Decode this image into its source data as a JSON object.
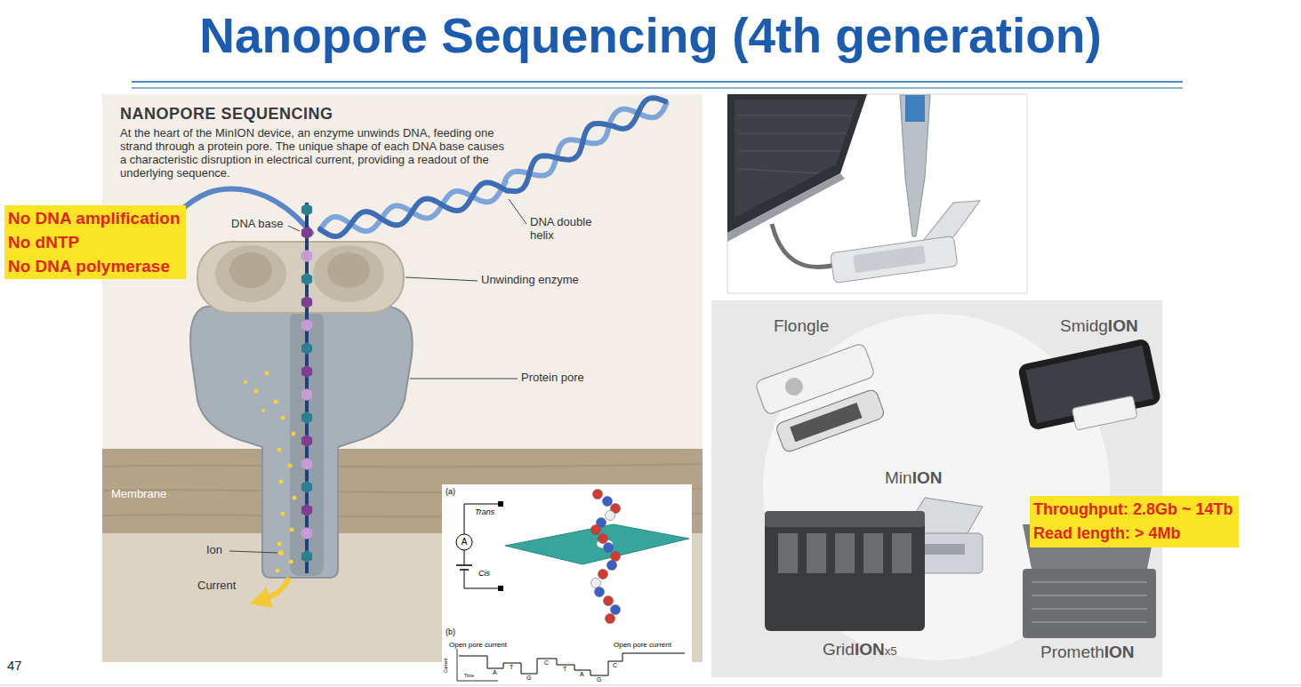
{
  "diagram": {
    "title": "Nanopore Sequencing (4th generation)",
    "nodes": [
      {
        "text": [
          "NANOPORE SEQUENCING",
          "At the heart of the MinION device, an enzyme unwinds DNA, feeding one strand through a protein pore. The unique shape of each DNA base causes a characteristic disruption in electrical current, providing a readout of the underlying sequence."
        ]
      },
      {
        "text": [
          "No DNA amplification",
          "No dNTP",
          "No DNA polymerase"
        ]
      },
      {
        "text": [
          "Throughput: 2.8Gb ~ 14Tb",
          "Read length: > 4Mb"
        ]
      }
    ],
    "labels": [
      "DNA base",
      "DNA double helix",
      "Unwinding enzyme",
      "Protein pore",
      "Membrane",
      "Ion",
      "Current",
      "(a)",
      "Trans",
      "Cis",
      "A",
      "(b)",
      "Open pore current",
      "Open pore current",
      "A",
      "T",
      "G",
      "C",
      "T",
      "A",
      "G",
      "C",
      "Current",
      "Time",
      "Flongle",
      "SmidgION",
      "MinION",
      "GridIONx5",
      "PromethION",
      "47"
    ]
  }
}
